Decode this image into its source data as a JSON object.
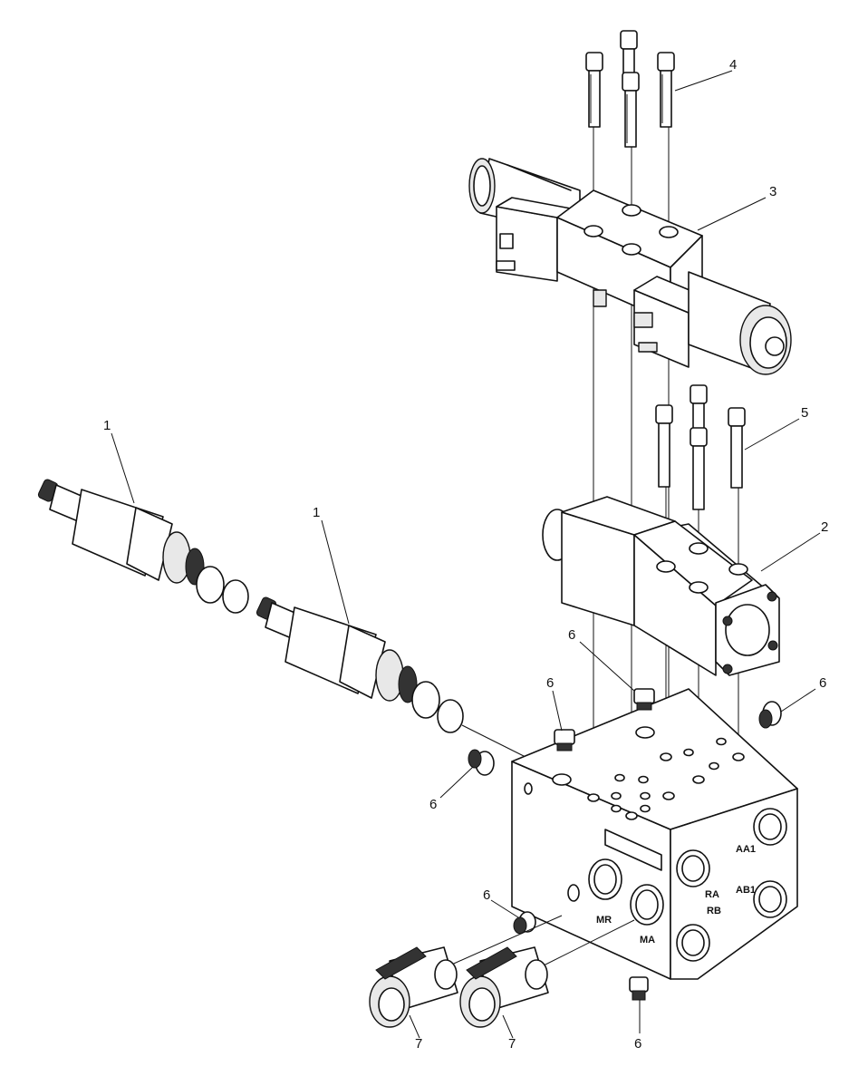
{
  "callouts": {
    "c1a": "1",
    "c1b": "1",
    "c2": "2",
    "c3": "3",
    "c4": "4",
    "c5": "5",
    "c6a": "6",
    "c6b": "6",
    "c6c": "6",
    "c6d": "6",
    "c6e": "6",
    "c6f": "6",
    "c7a": "7",
    "c7b": "7"
  },
  "ports": {
    "aa1": "AA1",
    "ab1": "AB1",
    "ra": "RA",
    "rb": "RB",
    "mr": "MR",
    "ma": "MA"
  },
  "colors": {
    "line": "#111111",
    "background": "#ffffff"
  }
}
